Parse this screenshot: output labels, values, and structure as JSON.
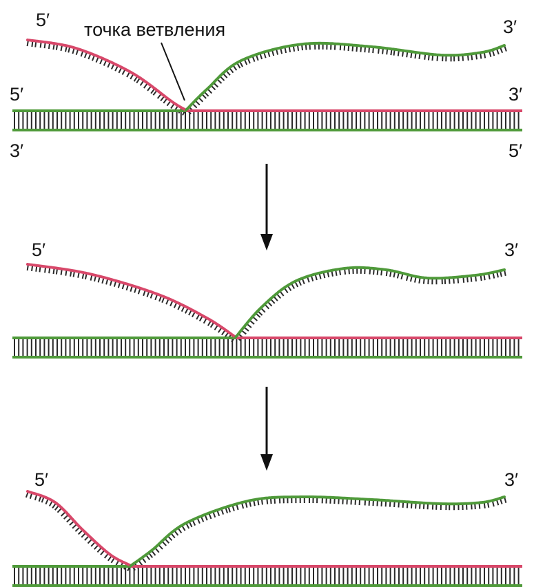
{
  "branch_point_label": "точка ветвления",
  "stages": [
    {
      "end_left_top": "5′",
      "end_right_top": "3′",
      "end_left_mid": "5′",
      "end_right_mid": "3′",
      "end_left_bottom": "3′",
      "end_right_bottom": "5′"
    },
    {
      "end_left_top": "5′",
      "end_right_top": "3′"
    },
    {
      "end_left_top": "5′",
      "end_right_top": "3′"
    }
  ],
  "colors": {
    "red_strand": "#d8486a",
    "green_strand": "#4f9a3a",
    "base_ticks": "#2a2a2a",
    "arrow": "#111111",
    "label_text": "#141414"
  }
}
